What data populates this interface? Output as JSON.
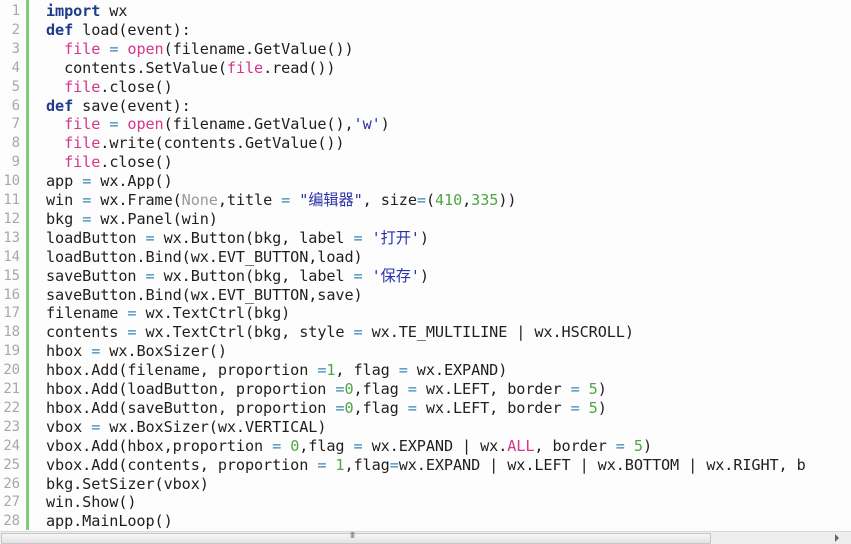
{
  "editor": {
    "gutter_color": "#7dcd7d",
    "colors": {
      "keyword": "#1d3c8a",
      "builtin": "#d2388c",
      "operator": "#3a86b8",
      "number": "#4fa544",
      "string": "#2a31a8",
      "none": "#9a9a9a",
      "default": "#1f1f1f"
    },
    "lines": [
      {
        "n": "1",
        "text": "import wx"
      },
      {
        "n": "2",
        "text": "def load(event):"
      },
      {
        "n": "3",
        "text": "  file = open(filename.GetValue())"
      },
      {
        "n": "4",
        "text": "  contents.SetValue(file.read())"
      },
      {
        "n": "5",
        "text": "  file.close()"
      },
      {
        "n": "6",
        "text": "def save(event):"
      },
      {
        "n": "7",
        "text": "  file = open(filename.GetValue(),'w')"
      },
      {
        "n": "8",
        "text": "  file.write(contents.GetValue())"
      },
      {
        "n": "9",
        "text": "  file.close()"
      },
      {
        "n": "10",
        "text": "app = wx.App()"
      },
      {
        "n": "11",
        "text": "win = wx.Frame(None,title = \"编辑器\", size=(410,335))"
      },
      {
        "n": "12",
        "text": "bkg = wx.Panel(win)"
      },
      {
        "n": "13",
        "text": "loadButton = wx.Button(bkg, label = '打开')"
      },
      {
        "n": "14",
        "text": "loadButton.Bind(wx.EVT_BUTTON,load)"
      },
      {
        "n": "15",
        "text": "saveButton = wx.Button(bkg, label = '保存')"
      },
      {
        "n": "16",
        "text": "saveButton.Bind(wx.EVT_BUTTON,save)"
      },
      {
        "n": "17",
        "text": "filename = wx.TextCtrl(bkg)"
      },
      {
        "n": "18",
        "text": "contents = wx.TextCtrl(bkg, style = wx.TE_MULTILINE | wx.HSCROLL)"
      },
      {
        "n": "19",
        "text": "hbox = wx.BoxSizer()"
      },
      {
        "n": "20",
        "text": "hbox.Add(filename, proportion =1, flag = wx.EXPAND)"
      },
      {
        "n": "21",
        "text": "hbox.Add(loadButton, proportion =0,flag = wx.LEFT, border = 5)"
      },
      {
        "n": "22",
        "text": "hbox.Add(saveButton, proportion =0,flag = wx.LEFT, border = 5)"
      },
      {
        "n": "23",
        "text": "vbox = wx.BoxSizer(wx.VERTICAL)"
      },
      {
        "n": "24",
        "text": "vbox.Add(hbox,proportion = 0,flag = wx.EXPAND | wx.ALL, border = 5)"
      },
      {
        "n": "25",
        "text": "vbox.Add(contents, proportion = 1,flag=wx.EXPAND | wx.LEFT | wx.BOTTOM | wx.RIGHT, b"
      },
      {
        "n": "26",
        "text": "bkg.SetSizer(vbox)"
      },
      {
        "n": "27",
        "text": "win.Show()"
      },
      {
        "n": "28",
        "text": "app.MainLoop()"
      }
    ]
  },
  "scrollbar": {
    "orientation": "horizontal",
    "grip_glyph": "III",
    "right_arrow_icon": "triangle-right"
  }
}
